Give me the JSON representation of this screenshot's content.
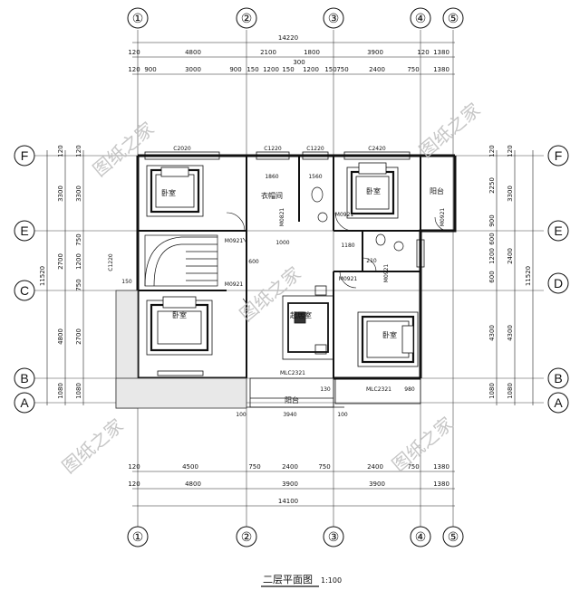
{
  "title": "二层平面图",
  "scale": "1:100",
  "watermark": "图纸之家",
  "axes_x": [
    "①",
    "②",
    "③",
    "④",
    "⑤"
  ],
  "axes_y": [
    "F",
    "E",
    "C",
    "B",
    "A"
  ],
  "axes_y_right": [
    "F",
    "E",
    "D",
    "B",
    "A"
  ],
  "top_dims": {
    "total": "14220",
    "row1": [
      "120",
      "4800",
      "2100",
      "1800",
      "3900",
      "120",
      "1380"
    ],
    "row2": [
      "120",
      "900",
      "3000",
      "900",
      "150",
      "1200",
      "150",
      "1200",
      "150",
      "750",
      "2400",
      "750",
      "1380"
    ],
    "mid_small": "300"
  },
  "bottom_dims": {
    "total": "14100",
    "row1": [
      "120",
      "4500",
      "750",
      "2400",
      "750",
      "2400",
      "750",
      "1380"
    ],
    "row2": [
      "120",
      "4800",
      "3900",
      "3900",
      "1380"
    ]
  },
  "left_dims": {
    "outer": [
      "120",
      "3300",
      "2700",
      "4800",
      "1080"
    ],
    "total": "11520",
    "inner": [
      "120",
      "3300",
      "750",
      "1200",
      "750",
      "2700",
      "1080"
    ]
  },
  "right_dims": {
    "outer": [
      "120",
      "3300",
      "2400",
      "4300",
      "1080"
    ],
    "inner": [
      "120",
      "2250",
      "900",
      "600",
      "1200",
      "600",
      "4300",
      "1080"
    ],
    "total": "11520"
  },
  "rooms": {
    "bed1": "卧室",
    "closet": "衣帽间",
    "bed2": "卧室",
    "balcony1": "阳台",
    "bed3": "卧室",
    "living": "起居室",
    "bed4": "卧室",
    "balcony2": "阳台"
  },
  "codes": {
    "w1": "C2020",
    "w2": "C1220",
    "w3": "C1220",
    "w4": "C2420",
    "w5": "C1220",
    "d1": "M0921",
    "d2": "M0921",
    "d3": "M0921",
    "d4": "M0921",
    "d5": "M0921",
    "d6": "M0821",
    "d7": "M0921",
    "mlc1": "MLC2321",
    "mlc2": "MLC2321"
  },
  "inner_dims": {
    "a": "1860",
    "b": "1560",
    "c": "1000",
    "d": "1180",
    "e": "600",
    "f": "210",
    "g": "3940",
    "h": "100",
    "i": "100",
    "j": "130",
    "k": "980",
    "l": "150"
  }
}
